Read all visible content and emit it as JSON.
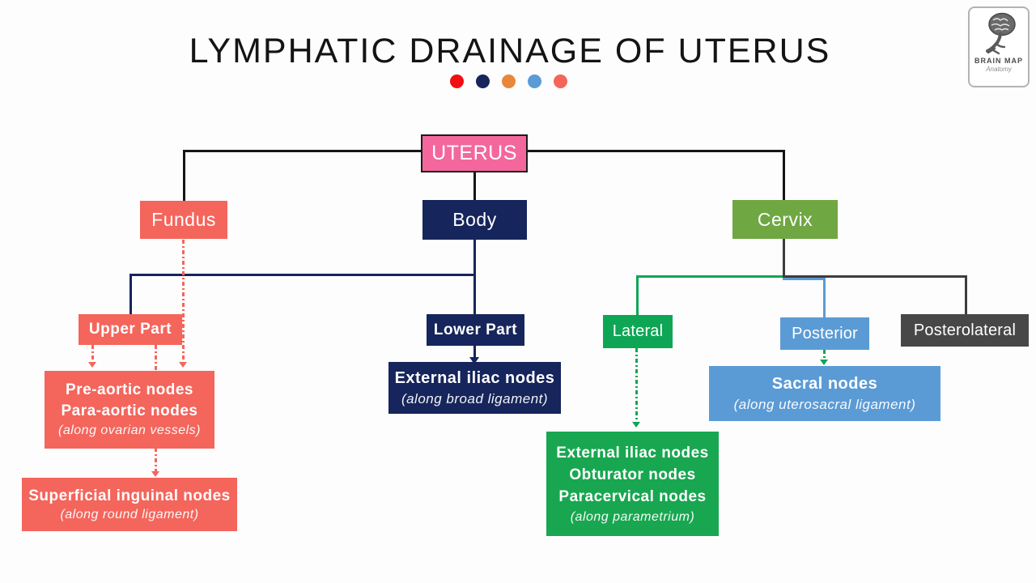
{
  "title": {
    "text": "LYMPHATIC DRAINAGE OF UTERUS"
  },
  "dots": [
    {
      "name": "red",
      "color": "#f10d12"
    },
    {
      "name": "navy",
      "color": "#16255b"
    },
    {
      "name": "orange",
      "color": "#e8873a"
    },
    {
      "name": "blue",
      "color": "#5b9bd5"
    },
    {
      "name": "salmon",
      "color": "#f4655c"
    }
  ],
  "logo": {
    "title": "BRAIN MAP",
    "subtitle": "Anatomy"
  },
  "palette": {
    "pink": "#f4679d",
    "salmon": "#f4655c",
    "navy": "#16255b",
    "olive_green": "#6fa742",
    "emerald_green": "#0ea655",
    "node_green": "#18a750",
    "blue": "#5b9bd5",
    "dark_gray": "#474747",
    "line_black": "#161616"
  },
  "nodes": {
    "uterus": {
      "label": "UTERUS",
      "color": "#f4679d"
    },
    "fundus": {
      "label": "Fundus",
      "color": "#f4655c"
    },
    "body": {
      "label": "Body",
      "color": "#16255b"
    },
    "cervix": {
      "label": "Cervix",
      "color": "#6fa742"
    },
    "upper_part": {
      "label": "Upper Part",
      "color": "#f4655c"
    },
    "lower_part": {
      "label": "Lower Part",
      "color": "#16255b"
    },
    "lateral": {
      "label": "Lateral",
      "color": "#0ea655"
    },
    "posterior": {
      "label": "Posterior",
      "color": "#5b9bd5"
    },
    "posterolateral": {
      "label": "Posterolateral",
      "color": "#474747"
    },
    "fundus_nodes": {
      "lines": [
        "Pre-aortic nodes",
        "Para-aortic nodes"
      ],
      "note": "(along ovarian vessels)",
      "color": "#f4655c"
    },
    "superficial_nodes": {
      "lines": [
        "Superficial inguinal nodes"
      ],
      "note": "(along round ligament)",
      "color": "#f4655c"
    },
    "external_iliac_nodes": {
      "lines": [
        "External iliac nodes"
      ],
      "note": "(along broad ligament)",
      "color": "#16255b"
    },
    "lateral_nodes": {
      "lines": [
        "External iliac nodes",
        "Obturator nodes",
        "Paracervical nodes"
      ],
      "note": "(along parametrium)",
      "color": "#18a750"
    },
    "sacral_nodes": {
      "lines": [
        "Sacral nodes"
      ],
      "note": "(along uterosacral ligament)",
      "color": "#5b9bd5"
    }
  }
}
